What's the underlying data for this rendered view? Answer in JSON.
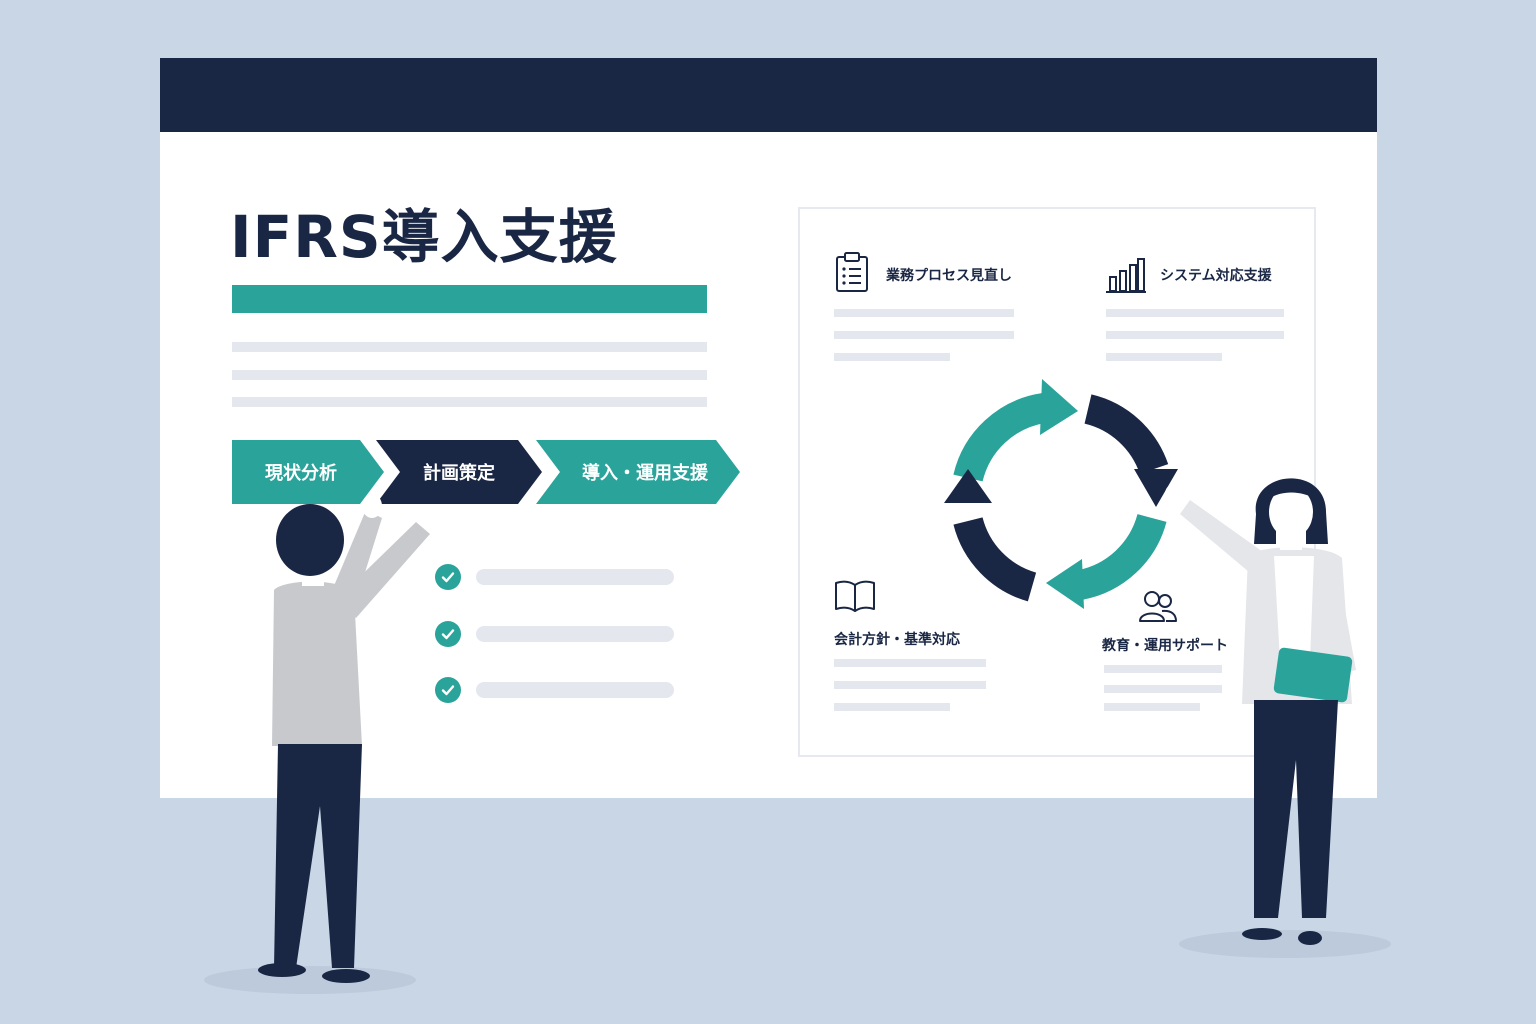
{
  "slide": {
    "title": "IFRS導入支援"
  },
  "process_steps": [
    {
      "label": "現状分析",
      "color": "#2aa39a"
    },
    {
      "label": "計画策定",
      "color": "#1a2744"
    },
    {
      "label": "導入・運用支援",
      "color": "#2aa39a"
    }
  ],
  "checklist": {
    "item_count_visible": 3
  },
  "features": {
    "business_process": {
      "label": "業務プロセス見直し",
      "icon": "clipboard-icon"
    },
    "system_support": {
      "label": "システム対応支援",
      "icon": "bar-chart-icon"
    },
    "accounting_policy": {
      "label": "会計方針・基準対応",
      "icon": "book-icon"
    },
    "education_support": {
      "label": "教育・運用サポート",
      "icon": "people-icon"
    }
  },
  "cycle": {
    "icon": "cycle-arrows-icon",
    "colors": [
      "#2aa39a",
      "#1a2744"
    ]
  },
  "colors": {
    "accent": "#2aa39a",
    "navy": "#1a2744",
    "background": "#c9d6e6",
    "placeholder": "#e4e7ee"
  }
}
